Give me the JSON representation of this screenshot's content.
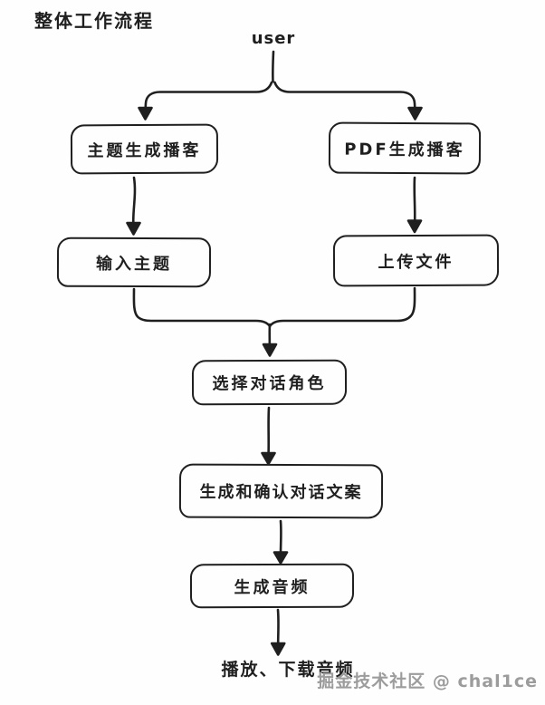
{
  "title": "整体工作流程",
  "flowchart": {
    "start_label": "user",
    "nodes": [
      {
        "id": "topic-podcast",
        "label": "主题生成播客"
      },
      {
        "id": "pdf-podcast",
        "label": "PDF生成播客"
      },
      {
        "id": "input-topic",
        "label": "输入主题"
      },
      {
        "id": "upload-file",
        "label": "上传文件"
      },
      {
        "id": "select-role",
        "label": "选择对话角色"
      },
      {
        "id": "generate-confirm-script",
        "label": "生成和确认对话文案"
      },
      {
        "id": "generate-audio",
        "label": "生成音频"
      }
    ],
    "end_label": "播放、下载音频",
    "edges": [
      {
        "from": "user",
        "to": "主题生成播客"
      },
      {
        "from": "user",
        "to": "PDF生成播客"
      },
      {
        "from": "主题生成播客",
        "to": "输入主题"
      },
      {
        "from": "PDF生成播客",
        "to": "上传文件"
      },
      {
        "from": "输入主题",
        "to": "选择对话角色"
      },
      {
        "from": "上传文件",
        "to": "选择对话角色"
      },
      {
        "from": "选择对话角色",
        "to": "生成和确认对话文案"
      },
      {
        "from": "生成和确认对话文案",
        "to": "生成音频"
      },
      {
        "from": "生成音频",
        "to": "播放、下载音频"
      }
    ]
  },
  "watermark": "掘金技术社区 @ chal1ce",
  "colors": {
    "stroke": "#1f1f1f",
    "background": "#ffffff",
    "watermark_gray": "#9c9c9c"
  }
}
